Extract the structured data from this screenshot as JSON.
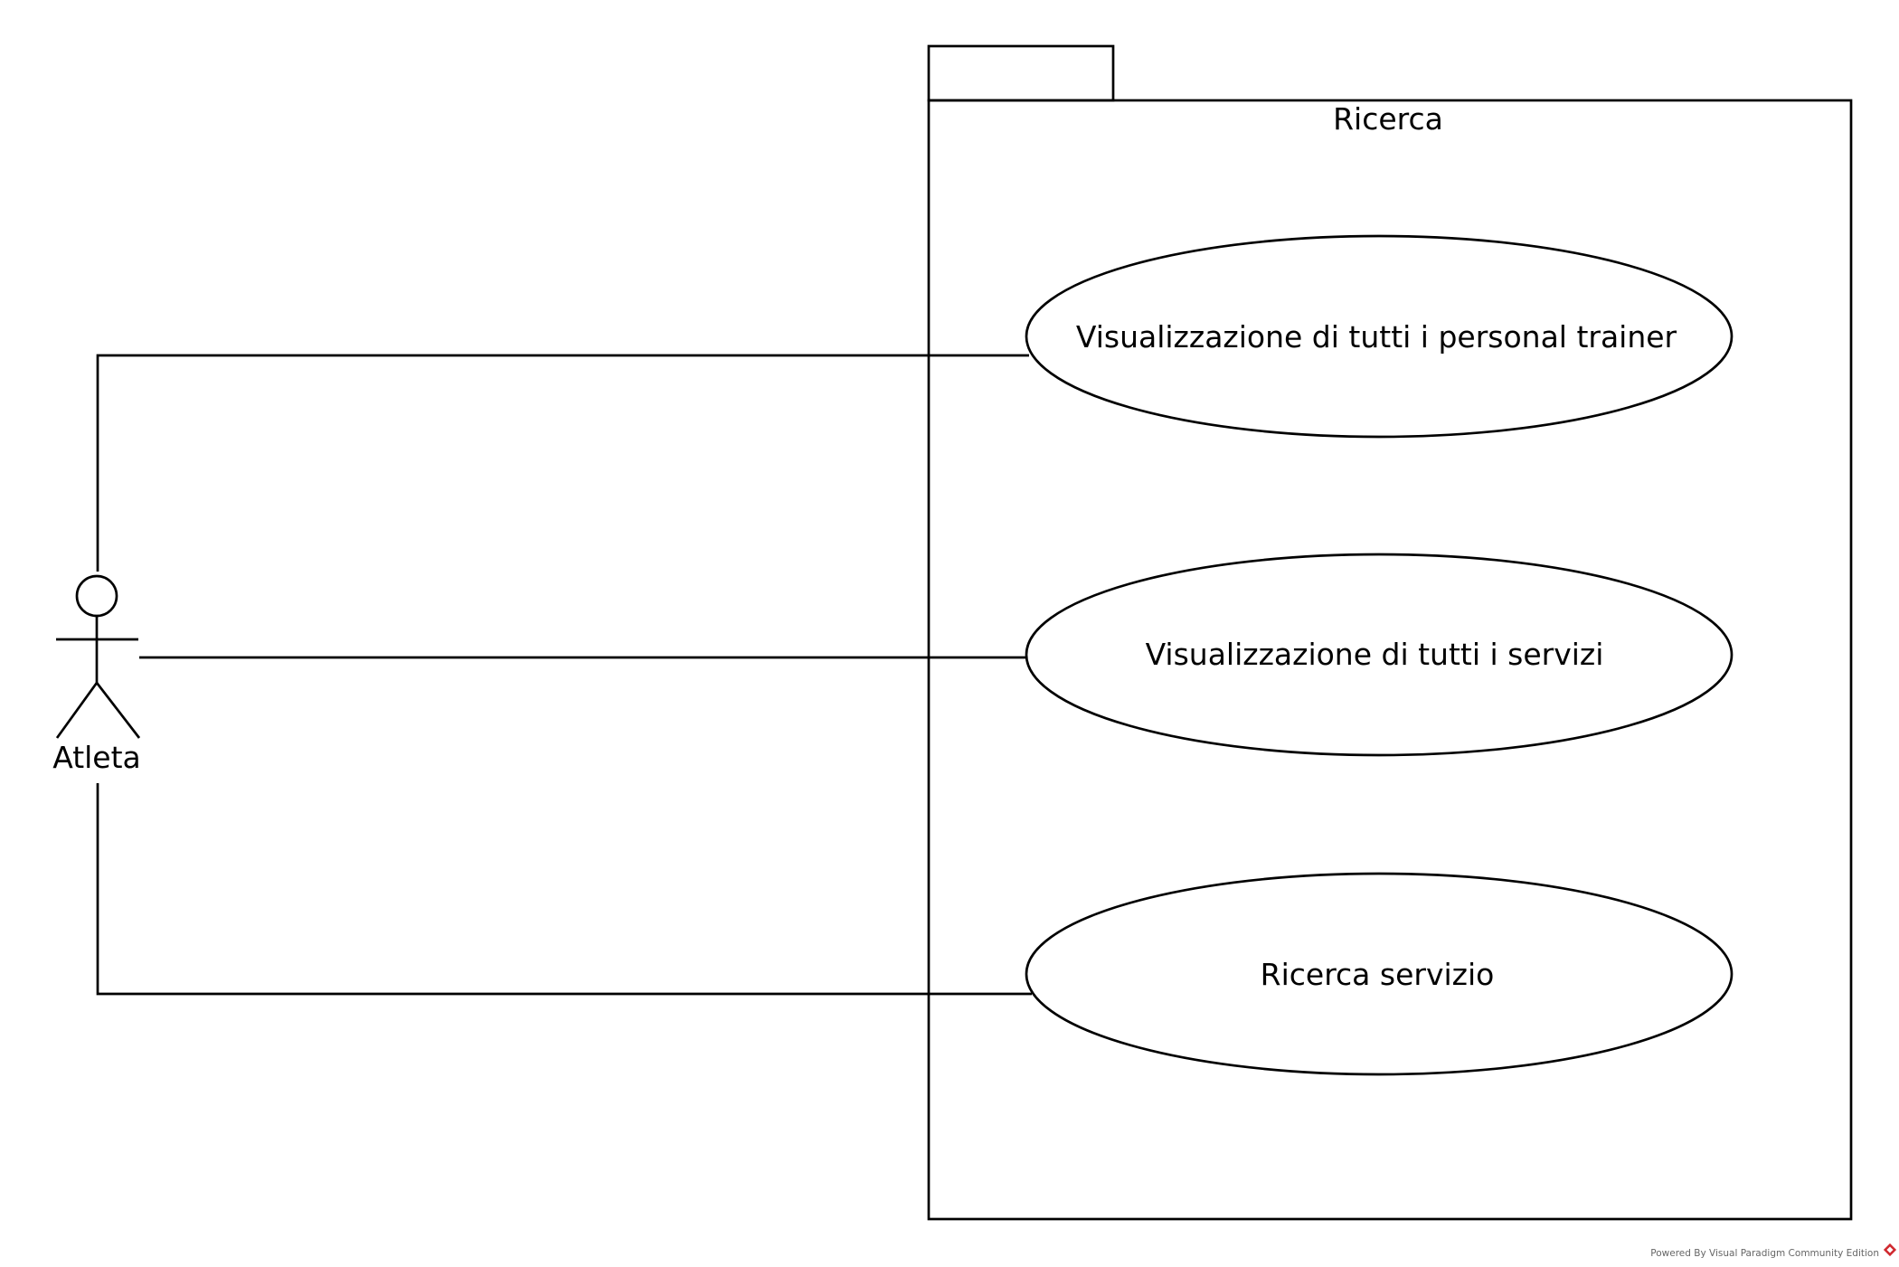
{
  "package": {
    "name": "Ricerca"
  },
  "actor": {
    "name": "Atleta"
  },
  "use_cases": [
    {
      "label": "Visualizzazione di tutti i personal trainer"
    },
    {
      "label": "Visualizzazione di tutti i servizi"
    },
    {
      "label": "Ricerca servizio"
    }
  ],
  "associations": [
    {
      "from": "Atleta",
      "to": "Visualizzazione di tutti i personal trainer"
    },
    {
      "from": "Atleta",
      "to": "Visualizzazione di tutti i servizi"
    },
    {
      "from": "Atleta",
      "to": "Ricerca servizio"
    }
  ],
  "footer": {
    "text": "Powered By Visual Paradigm Community Edition",
    "logo_color": "#d0282e"
  }
}
